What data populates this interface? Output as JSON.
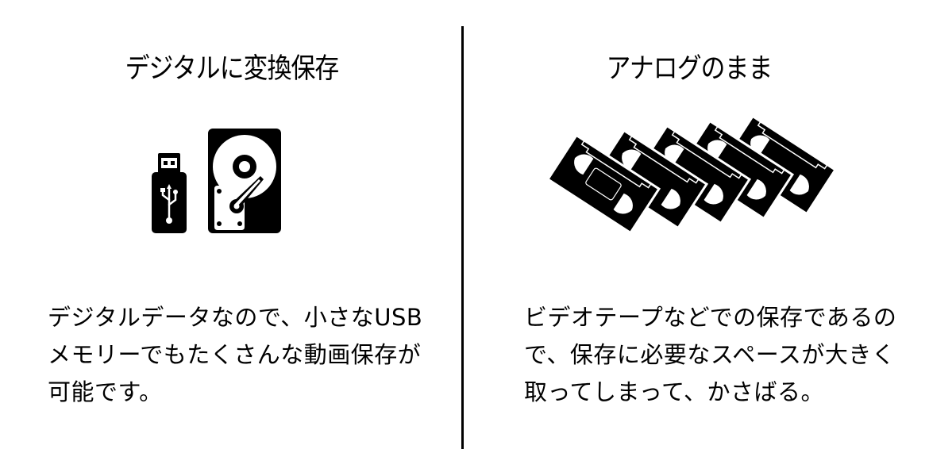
{
  "left_panel": {
    "title": "デジタルに変換保存",
    "icons": [
      "usb-flash-drive-icon",
      "hard-disk-drive-icon"
    ],
    "description_lines": [
      "デジタルデータなので、小さなUSB",
      "メモリーでもたくさんな動画保存が",
      "可能です。"
    ]
  },
  "right_panel": {
    "title": "アナログのまま",
    "icons": [
      "vhs-tape-stack-icon"
    ],
    "tape_count": 5,
    "description_lines": [
      "ビデオテープなどでの保存であるの",
      "で、保存に必要なスペースが大きく",
      "取ってしまって、かさばる。"
    ]
  },
  "colors": {
    "foreground": "#000000",
    "background": "#ffffff"
  }
}
